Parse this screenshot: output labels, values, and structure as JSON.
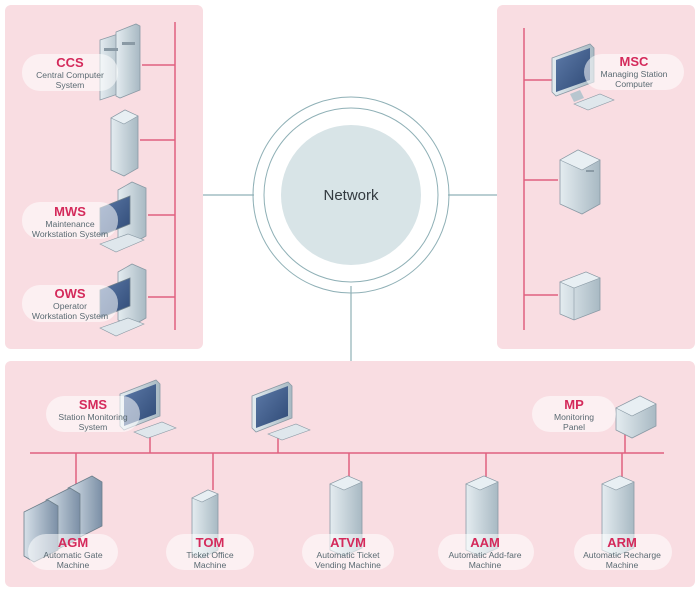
{
  "network": {
    "label": "Network"
  },
  "nodes": {
    "ccs": {
      "code": "CCS",
      "line1": "Central Computer",
      "line2": "System"
    },
    "mws": {
      "code": "MWS",
      "line1": "Maintenance",
      "line2": "Workstation System"
    },
    "ows": {
      "code": "OWS",
      "line1": "Operator",
      "line2": "Workstation System"
    },
    "msc": {
      "code": "MSC",
      "line1": "Managing Station",
      "line2": "Computer"
    },
    "sms": {
      "code": "SMS",
      "line1": "Station Monitoring",
      "line2": "System"
    },
    "mp": {
      "code": "MP",
      "line1": "Monitoring",
      "line2": "Panel"
    },
    "agm": {
      "code": "AGM",
      "line1": "Automatic Gate",
      "line2": "Machine"
    },
    "tom": {
      "code": "TOM",
      "line1": "Ticket Office",
      "line2": "Machine"
    },
    "atvm": {
      "code": "ATVM",
      "line1": "Automatic Ticket",
      "line2": "Vending Machine"
    },
    "aam": {
      "code": "AAM",
      "line1": "Automatic Add-fare",
      "line2": "Machine"
    },
    "arm": {
      "code": "ARM",
      "line1": "Automatic Recharge",
      "line2": "Machine"
    }
  },
  "colors": {
    "panel": "#f9dde2",
    "accent": "#d42a5b",
    "bus_line": "#e0607f",
    "network_line": "#8fb0b6",
    "network_fill": "#d8e4e7",
    "device": "#c6d3db",
    "device_dark": "#8a9aa5"
  }
}
